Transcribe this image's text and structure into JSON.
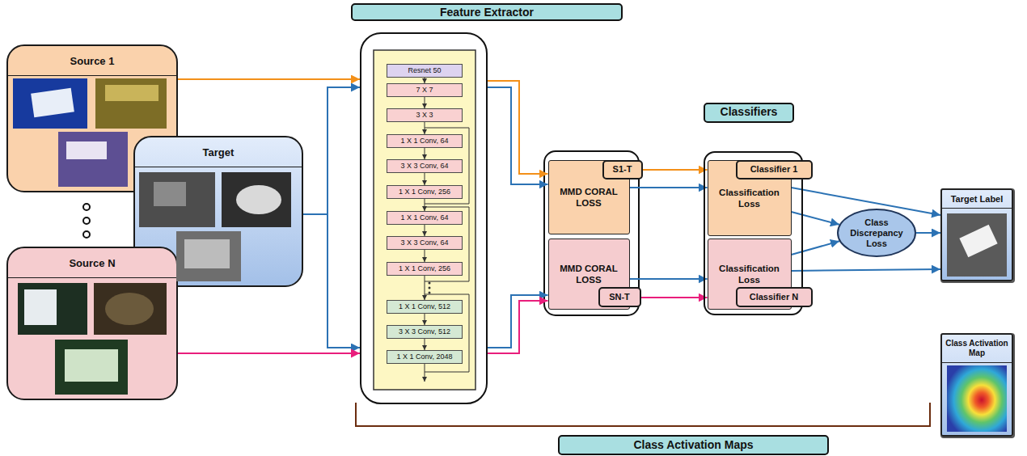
{
  "diagram": {
    "nodes": [
      {
        "text": [
          "Source 1"
        ]
      },
      {
        "text": [
          "Target"
        ]
      },
      {
        "text": [
          "Source N"
        ]
      },
      {
        "text": [
          "Feature Extractor"
        ]
      },
      {
        "text": [
          "Resnet 50"
        ],
        "in": 3
      },
      {
        "text": [
          "7 X 7"
        ],
        "in": 3
      },
      {
        "text": [
          "3 X 3"
        ],
        "in": 3
      },
      {
        "text": [
          "1 X 1 Conv, 64"
        ],
        "in": 3
      },
      {
        "text": [
          "3 X 3 Conv, 64"
        ],
        "in": 3
      },
      {
        "text": [
          "1 X 1 Conv, 256"
        ],
        "in": 3
      },
      {
        "text": [
          "1 X 1 Conv, 64"
        ],
        "in": 3
      },
      {
        "text": [
          "3 X 3 Conv, 64"
        ],
        "in": 3
      },
      {
        "text": [
          "1 X 1 Conv, 256"
        ],
        "in": 3
      },
      {
        "text": [
          "1 X 1 Conv, 512"
        ],
        "in": 3
      },
      {
        "text": [
          "3 X 3 Conv, 512"
        ],
        "in": 3
      },
      {
        "text": [
          "1 X 1 Conv, 2048"
        ],
        "in": 3
      },
      {
        "text": [
          "MMD CORAL LOSS"
        ]
      },
      {
        "text": [
          "S1-T"
        ],
        "in": 16
      },
      {
        "text": [
          "MMD CORAL LOSS"
        ]
      },
      {
        "text": [
          "SN-T"
        ],
        "in": 18
      },
      {
        "text": [
          "Classifiers"
        ]
      },
      {
        "text": [
          "Classification Loss"
        ],
        "in": 20
      },
      {
        "text": [
          "Classifier 1"
        ],
        "in": 21
      },
      {
        "text": [
          "Classification Loss"
        ],
        "in": 20
      },
      {
        "text": [
          "Classifier N"
        ],
        "in": 23
      },
      {
        "text": [
          "Class Discrepancy Loss"
        ]
      },
      {
        "text": [
          "Target Label"
        ]
      },
      {
        "text": [
          "Class Activation Map"
        ]
      },
      {
        "text": [
          "Class Activation Maps"
        ]
      }
    ],
    "edges": [
      {
        "from": 0,
        "to": 3,
        "arrow": "to"
      },
      {
        "from": 1,
        "to": 3,
        "arrow": "to"
      },
      {
        "from": 1,
        "to": 3,
        "arrow": "to"
      },
      {
        "from": 2,
        "to": 3,
        "arrow": "to"
      },
      {
        "from": 3,
        "to": 16,
        "arrow": "to"
      },
      {
        "from": 3,
        "to": 16,
        "arrow": "to"
      },
      {
        "from": 3,
        "to": 18,
        "arrow": "to"
      },
      {
        "from": 3,
        "to": 18,
        "arrow": "to"
      },
      {
        "from": 17,
        "to": 21,
        "arrow": "to"
      },
      {
        "from": 16,
        "to": 21,
        "arrow": "to"
      },
      {
        "from": 18,
        "to": 23,
        "arrow": "to"
      },
      {
        "from": 19,
        "to": 23,
        "arrow": "to"
      },
      {
        "from": 21,
        "to": 26,
        "arrow": "to"
      },
      {
        "from": 21,
        "to": 25,
        "arrow": "to"
      },
      {
        "from": 23,
        "to": 25,
        "arrow": "to"
      },
      {
        "from": 23,
        "to": 26,
        "arrow": "to"
      },
      {
        "from": 25,
        "to": 26,
        "arrow": "to"
      },
      {
        "from": 4,
        "to": 5,
        "arrow": "to"
      },
      {
        "from": 5,
        "to": 6,
        "arrow": "to"
      },
      {
        "from": 6,
        "to": 7,
        "arrow": "to"
      },
      {
        "from": 7,
        "to": 8,
        "arrow": "to"
      },
      {
        "from": 8,
        "to": 9,
        "arrow": "to"
      },
      {
        "from": 9,
        "to": 10,
        "arrow": "to"
      },
      {
        "from": 10,
        "to": 11,
        "arrow": "to"
      },
      {
        "from": 11,
        "to": 12,
        "arrow": "to"
      },
      {
        "from": 12,
        "to": 13,
        "arrow": "to"
      },
      {
        "from": 13,
        "to": 14,
        "arrow": "to"
      },
      {
        "from": 14,
        "to": 15,
        "arrow": "to"
      }
    ]
  }
}
